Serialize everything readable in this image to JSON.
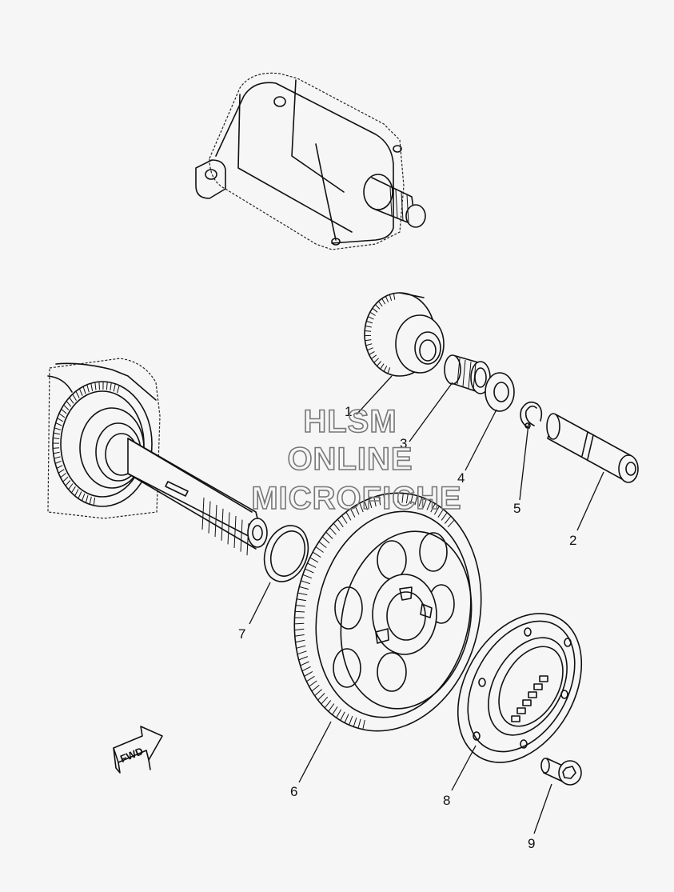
{
  "watermark": {
    "line1": "HLSM",
    "line2": "ONLINE",
    "line3": "MICROFICHE"
  },
  "fwd_label": "FWD",
  "callouts": [
    "1",
    "2",
    "3",
    "4",
    "5",
    "6",
    "7",
    "8",
    "9"
  ],
  "colors": {
    "background": "#f6f6f6",
    "line": "#111111",
    "watermark": "#777777"
  }
}
